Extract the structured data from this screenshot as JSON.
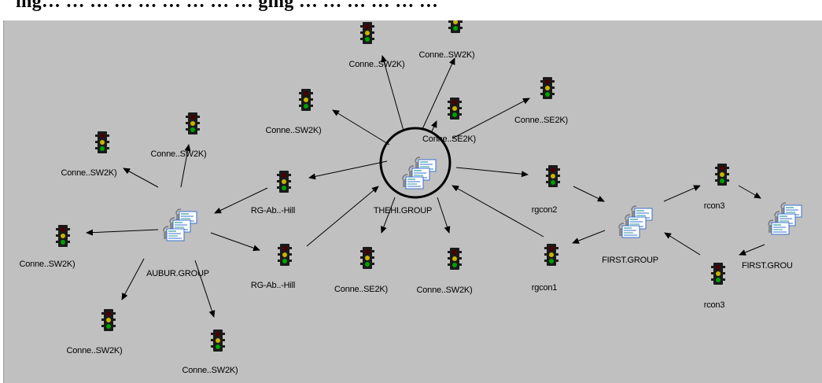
{
  "heading": "ing… … … … … … … … … ging … … … … … …",
  "groups": {
    "aubur": "AUBUR.GROUP",
    "thehi": "THEHI.GROUP",
    "first1": "FIRST.GROUP",
    "first2": "FIRST.GROU"
  },
  "connections": {
    "c_top1": "Conne..SW2K)",
    "c_top2": "Conne..SW2K)",
    "c_left_mid": "Conne..SW2K)",
    "c_se_right": "Conne..SE2K)",
    "c_se_center": "Conne..SE2K)",
    "c_aub_topleft": "Conne..SW2K)",
    "c_aub_top": "Conne..SW2K)",
    "c_aub_left": "Conne..SW2K)",
    "c_aub_bottom1": "Conne..SW2K)",
    "c_aub_bottom2": "Conne..SW2K)",
    "c_the_bottom1": "Conne..SE2K)",
    "c_the_bottom2": "Conne..SW2K)",
    "rg_top": "RG-Ab..-Hill",
    "rg_bottom": "RG-Ab..-Hill",
    "rgcon2": "rgcon2",
    "rgcon1": "rgcon1",
    "rcon3_top": "rcon3",
    "rcon3_bottom": "rcon3"
  },
  "colors": {
    "canvas": "#c0c0c0",
    "light_red": "#6b0000",
    "light_yellow": "#c8b400",
    "light_green": "#00a000",
    "server_blue": "#3a6fd0",
    "server_teal": "#2b9a9a"
  },
  "icons": {
    "connection": "traffic-light-icon",
    "group": "server-stack-icon"
  }
}
